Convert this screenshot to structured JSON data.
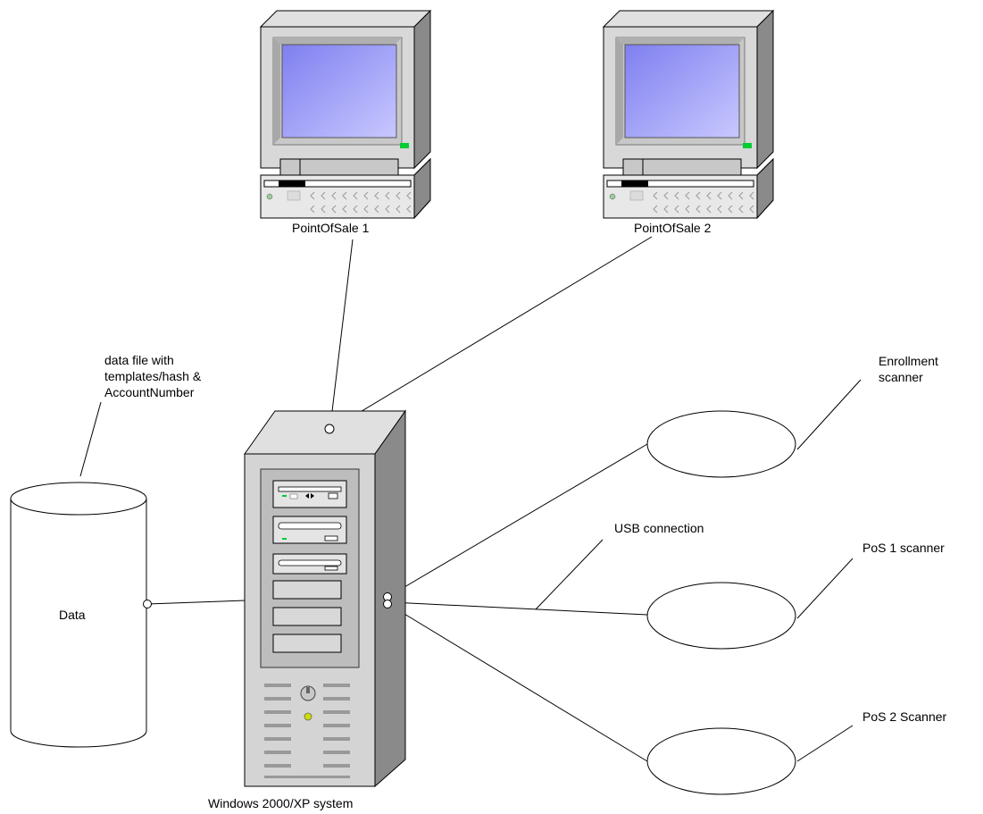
{
  "labels": {
    "pos1": "PointOfSale 1",
    "pos2": "PointOfSale 2",
    "datafile_note": [
      "data file with",
      "templates/hash &",
      "AccountNumber"
    ],
    "data": "Data",
    "server": "Windows 2000/XP  system",
    "enrollment": [
      "Enrollment",
      "scanner"
    ],
    "usb": "USB connection",
    "pos1_scanner": "PoS 1 scanner",
    "pos2_scanner": "PoS 2 Scanner"
  },
  "colors": {
    "screen": "#8f8ff5",
    "case_light": "#e8e8e8",
    "case_mid": "#c8c8c8",
    "case_dark": "#8a8a8a",
    "power_led": "#00cc33",
    "server_led": "#ccdd00"
  },
  "icons": {
    "pos1": "monitor-computer-icon",
    "pos2": "monitor-computer-icon",
    "server": "tower-server-icon",
    "data": "database-cylinder-icon",
    "scanners": "ellipse-scanner-icon"
  }
}
